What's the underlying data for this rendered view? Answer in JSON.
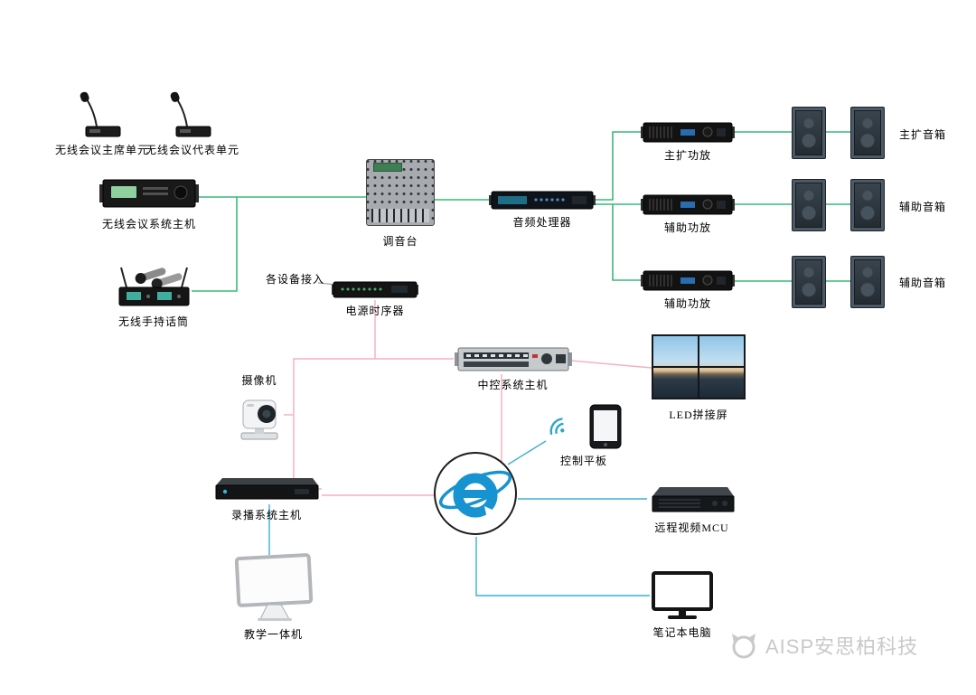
{
  "watermark": {
    "brand": "AISP安思柏科技"
  },
  "colors": {
    "audio_link": "#3cb878",
    "control_link": "#f5aebe",
    "network_link": "#38b0d8"
  },
  "nodes": {
    "chairman_mic": {
      "label": "无线会议主席单元"
    },
    "delegate_mic": {
      "label": "无线会议代表单元"
    },
    "conf_host": {
      "label": "无线会议系统主机"
    },
    "handheld_mic": {
      "label": "无线手持话筒"
    },
    "mixer": {
      "label": "调音台"
    },
    "audio_processor": {
      "label": "音频处理器"
    },
    "main_amp": {
      "label": "主扩功放"
    },
    "aux_amp_1": {
      "label": "辅助功放"
    },
    "aux_amp_2": {
      "label": "辅助功放"
    },
    "main_speakers": {
      "label": "主扩音箱"
    },
    "aux_speakers_1": {
      "label": "辅助音箱"
    },
    "aux_speakers_2": {
      "label": "辅助音箱"
    },
    "device_access_note": {
      "label": "各设备接入"
    },
    "power_sequencer": {
      "label": "电源时序器"
    },
    "central_control": {
      "label": "中控系统主机"
    },
    "led_wall": {
      "label": "LED拼接屏"
    },
    "camera": {
      "label": "摄像机"
    },
    "recorder": {
      "label": "录播系统主机"
    },
    "control_tablet": {
      "label": "控制平板"
    },
    "video_mcu": {
      "label": "远程视频MCU"
    },
    "teaching_aio": {
      "label": "教学一体机"
    },
    "laptop": {
      "label": "笔记本电脑"
    }
  }
}
